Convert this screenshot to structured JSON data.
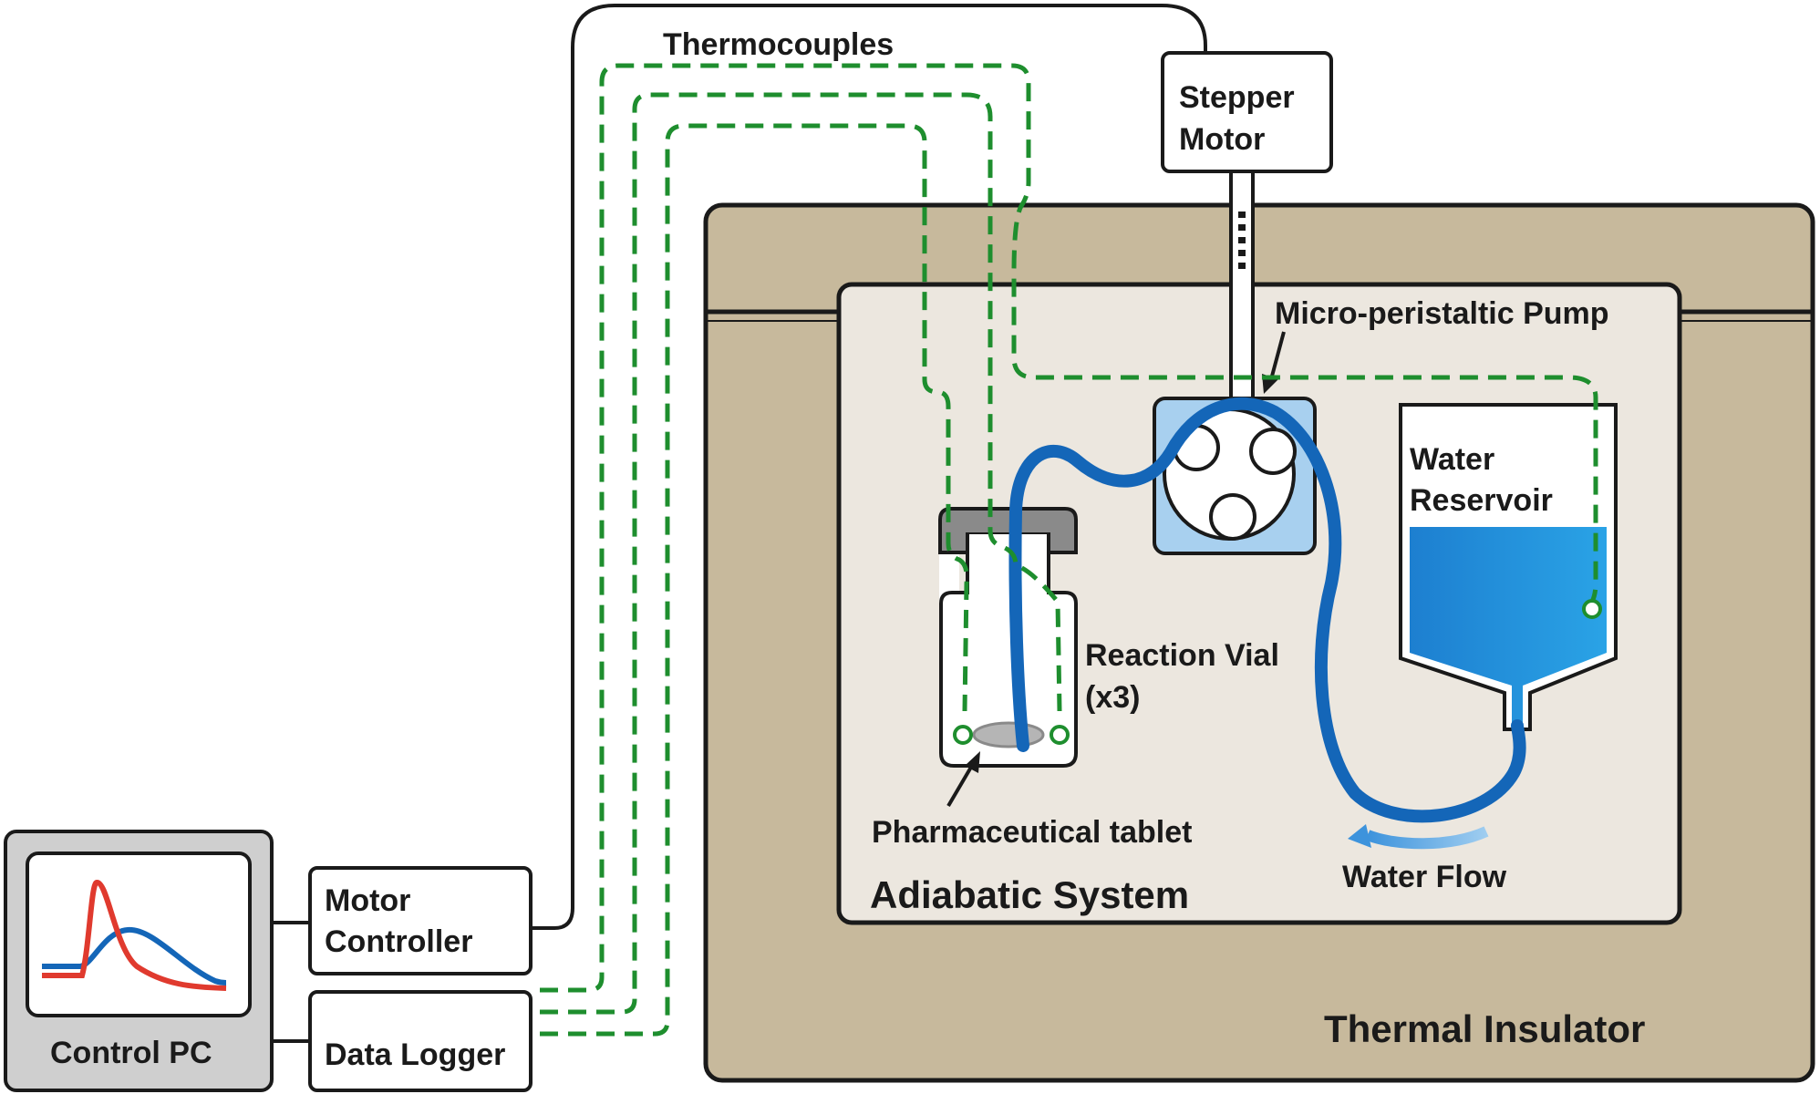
{
  "labels": {
    "thermocouples": "Thermocouples",
    "stepper_motor_line1": "Stepper",
    "stepper_motor_line2": "Motor",
    "micro_peristaltic_pump": "Micro-peristaltic Pump",
    "water_reservoir_line1": "Water",
    "water_reservoir_line2": "Reservoir",
    "reaction_vial_line1": "Reaction Vial",
    "reaction_vial_line2": "(x3)",
    "pharmaceutical_tablet": "Pharmaceutical tablet",
    "water_flow": "Water Flow",
    "adiabatic_system": "Adiabatic System",
    "thermal_insulator": "Thermal Insulator",
    "motor_controller_line1": "Motor",
    "motor_controller_line2": "Controller",
    "data_logger": "Data Logger",
    "control_pc": "Control PC"
  },
  "colors": {
    "insulator_fill": "#c7b99c",
    "adiabatic_fill": "#ece7df",
    "thermocouple": "#1e8e2e",
    "tubing": "#1466b8",
    "water": "#1f8fd9",
    "pump_body": "#a8d0ef",
    "curve_red": "#e03a2e",
    "curve_blue": "#1466b8",
    "pc_frame": "#cfcfcf"
  },
  "icons": {
    "pump_rollers": "roller-circle-icon",
    "thermocouple_probe": "probe-ring-icon",
    "flow_arrow": "curved-arrow-icon"
  }
}
